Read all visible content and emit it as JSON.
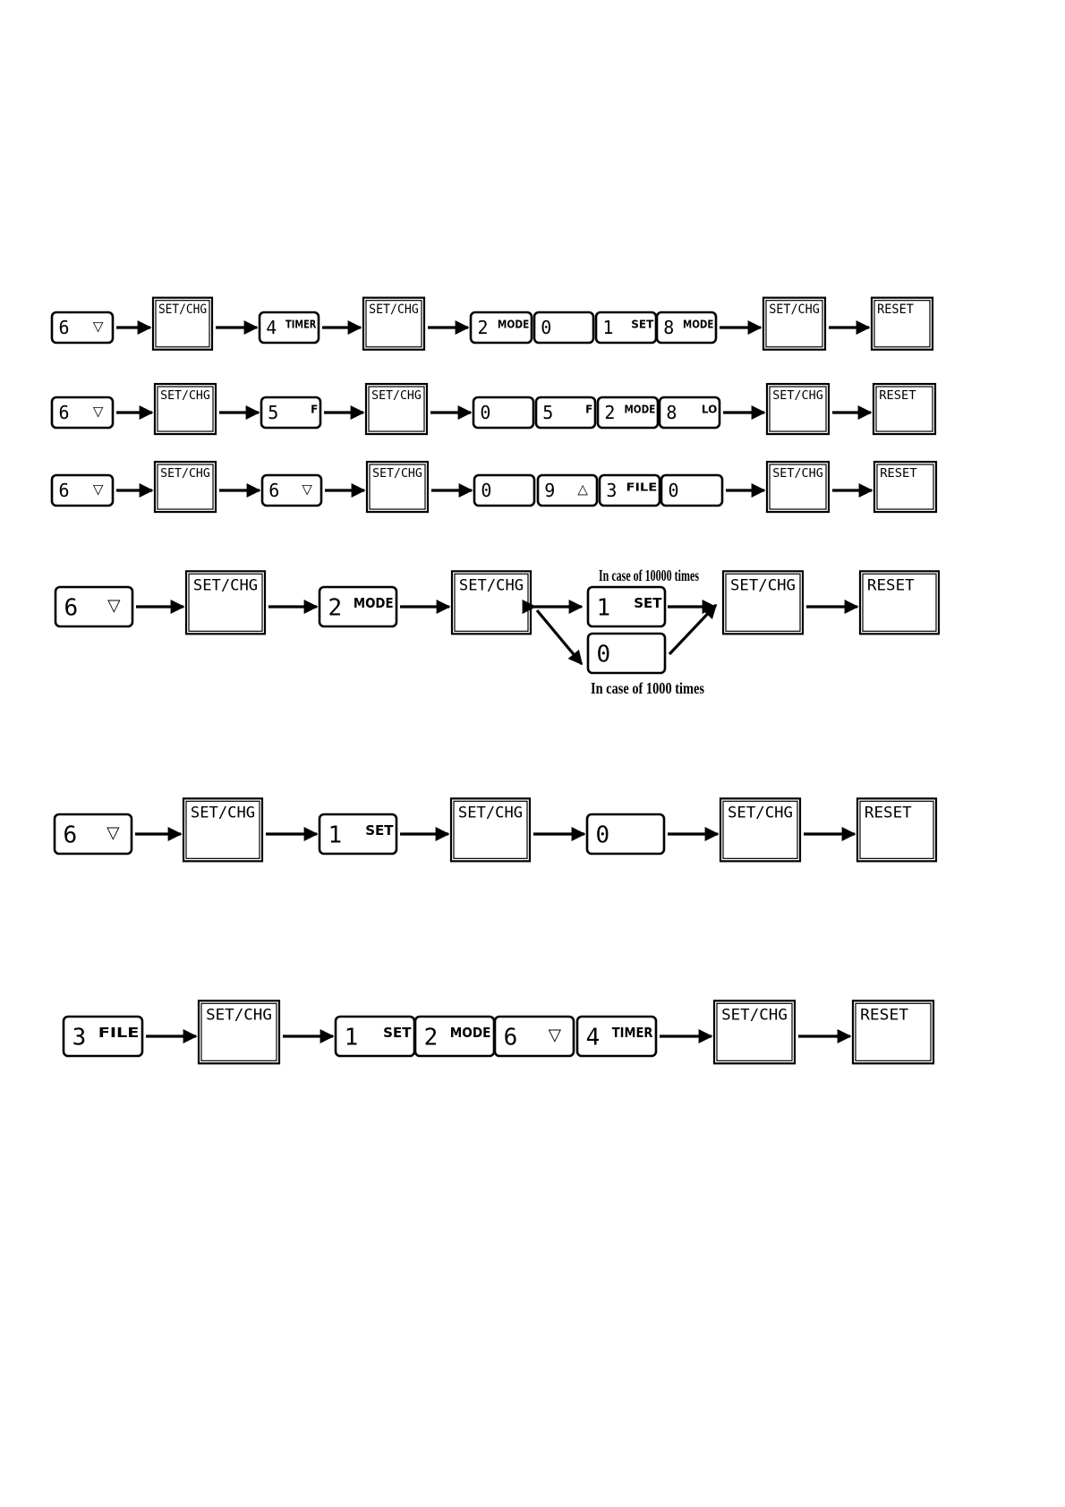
{
  "keys": {
    "k6": {
      "digit": "6",
      "sym": "▽",
      "sym_name": "down-triangle-icon"
    },
    "k4": {
      "digit": "4",
      "label": "TIMER"
    },
    "k5": {
      "digit": "5",
      "label": "F"
    },
    "k2": {
      "digit": "2",
      "label": "MODE"
    },
    "k0": {
      "digit": "0",
      "label": ""
    },
    "k1": {
      "digit": "1",
      "label": "SET"
    },
    "k8m": {
      "digit": "8",
      "label": "MODE"
    },
    "k8lo": {
      "digit": "8",
      "label": "LO"
    },
    "k9": {
      "digit": "9",
      "sym": "△",
      "sym_name": "up-triangle-icon"
    },
    "k3": {
      "digit": "3",
      "label": "FILE"
    }
  },
  "function_keys": {
    "set_chg": "SET/CHG",
    "reset": "RESET"
  },
  "notes": {
    "case_10000": "In case of 10000  times",
    "case_1000": "In case of 1000 times"
  },
  "sequences": [
    {
      "id": "seq-1",
      "steps": [
        [
          "k6"
        ],
        [
          "SC"
        ],
        [
          "k4"
        ],
        [
          "SC"
        ],
        [
          "k2",
          "k0",
          "k1",
          "k8m"
        ],
        [
          "SC"
        ],
        [
          "RS"
        ]
      ]
    },
    {
      "id": "seq-2",
      "steps": [
        [
          "k6"
        ],
        [
          "SC"
        ],
        [
          "k5"
        ],
        [
          "SC"
        ],
        [
          "k0",
          "k5",
          "k2",
          "k8lo"
        ],
        [
          "SC"
        ],
        [
          "RS"
        ]
      ]
    },
    {
      "id": "seq-3",
      "steps": [
        [
          "k6"
        ],
        [
          "SC"
        ],
        [
          "k6"
        ],
        [
          "SC"
        ],
        [
          "k0",
          "k9",
          "k3",
          "k0"
        ],
        [
          "SC"
        ],
        [
          "RS"
        ]
      ]
    },
    {
      "id": "seq-4",
      "steps": [
        [
          "k6"
        ],
        [
          "SC"
        ],
        [
          "k2"
        ],
        [
          "SC"
        ],
        [
          "branch"
        ],
        [
          "SC"
        ],
        [
          "RS"
        ]
      ]
    },
    {
      "id": "seq-5",
      "steps": [
        [
          "k6"
        ],
        [
          "SC"
        ],
        [
          "k1"
        ],
        [
          "SC"
        ],
        [
          "k0"
        ],
        [
          "SC"
        ],
        [
          "RS"
        ]
      ]
    },
    {
      "id": "seq-6",
      "steps": [
        [
          "k3"
        ],
        [
          "SC"
        ],
        [
          "k1",
          "k2",
          "k6",
          "k4"
        ],
        [
          "SC"
        ],
        [
          "RS"
        ]
      ]
    }
  ]
}
